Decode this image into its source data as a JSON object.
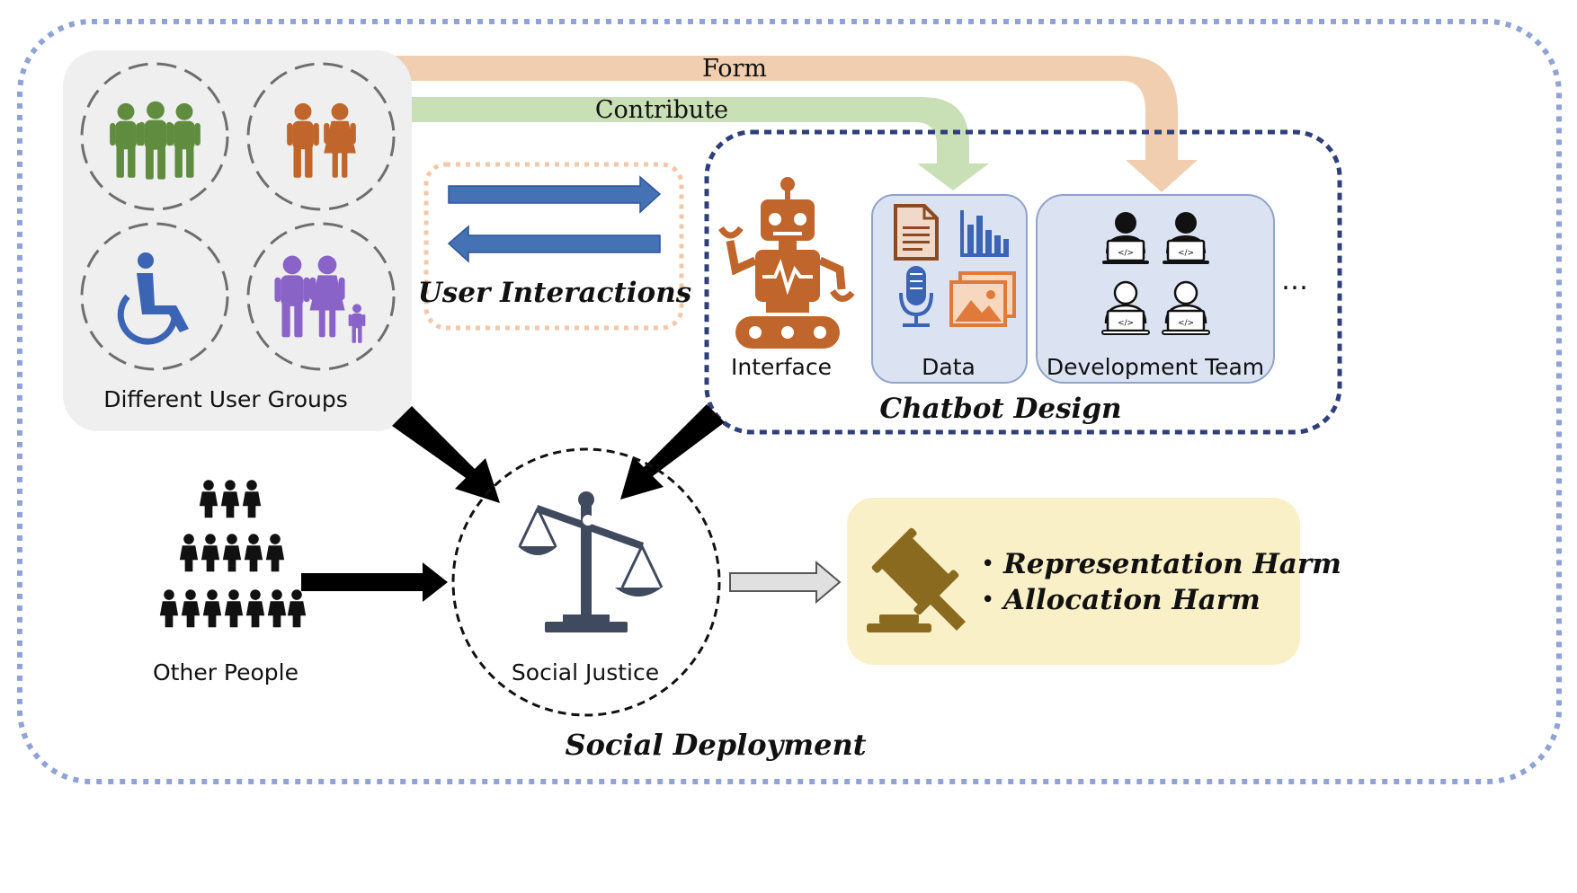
{
  "arrows": {
    "form_label": "Form",
    "contribute_label": "Contribute"
  },
  "user_groups": {
    "label": "Different User Groups"
  },
  "user_interactions": {
    "label": "User Interactions"
  },
  "chatbot_design": {
    "label": "Chatbot Design",
    "interface_label": "Interface",
    "data_label": "Data",
    "team_label": "Development Team",
    "ellipsis": "…"
  },
  "other_people": {
    "label": "Other People"
  },
  "social_justice": {
    "label": "Social Justice"
  },
  "harms": {
    "items": [
      "Representation Harm",
      "Allocation Harm"
    ]
  },
  "social_deployment": {
    "label": "Social Deployment"
  },
  "colors": {
    "outer_border": "#8fa3d6",
    "design_border": "#2e3f7a",
    "ui_border": "#f2c8a8",
    "form_arrow": "#f2ceb0",
    "contribute_arrow": "#c9e0b6",
    "green_people": "#5f8c3e",
    "orange_people": "#c0652b",
    "blue_wheelchair": "#3c64b4",
    "purple_family": "#8a63c9",
    "interaction_arrow": "#4472b4",
    "robot": "#c0652b",
    "data_panel": "#dbe3f3",
    "harm_panel": "#faf0c8",
    "gavel": "#8a6a1e",
    "scale": "#3f4a5e"
  }
}
